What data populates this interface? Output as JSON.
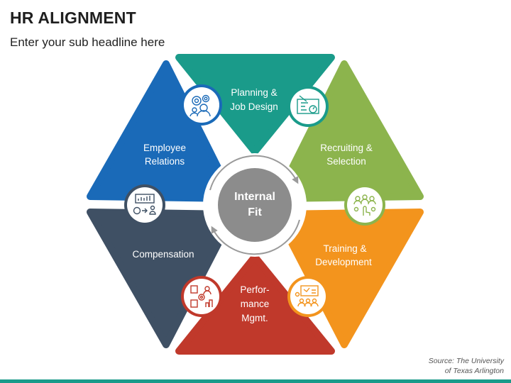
{
  "header": {
    "title": "HR ALIGNMENT",
    "subtitle": "Enter your sub headline here"
  },
  "center": {
    "line1": "Internal",
    "line2": "Fit"
  },
  "segments": [
    {
      "key": "planning",
      "color": "#1a9b8a",
      "lines": [
        "Planning &",
        "Job Design"
      ],
      "icon": "blueprint-icon"
    },
    {
      "key": "recruiting",
      "color": "#8cb44d",
      "lines": [
        "Recruiting &",
        "Selection"
      ],
      "icon": "team-select-icon"
    },
    {
      "key": "training",
      "color": "#f3941d",
      "lines": [
        "Training &",
        "Development"
      ],
      "icon": "presentation-icon"
    },
    {
      "key": "performance",
      "color": "#c0392b",
      "lines": [
        "Perfor-",
        "mance",
        "Mgmt."
      ],
      "icon": "performance-icon"
    },
    {
      "key": "compensation",
      "color": "#3f5064",
      "lines": [
        "Compensation"
      ],
      "icon": "salary-icon"
    },
    {
      "key": "employee",
      "color": "#1a6ab8",
      "lines": [
        "Employee",
        "Relations"
      ],
      "icon": "people-gears-icon"
    }
  ],
  "source": {
    "line1": "Source: The University",
    "line2": "of Texas Arlington"
  }
}
